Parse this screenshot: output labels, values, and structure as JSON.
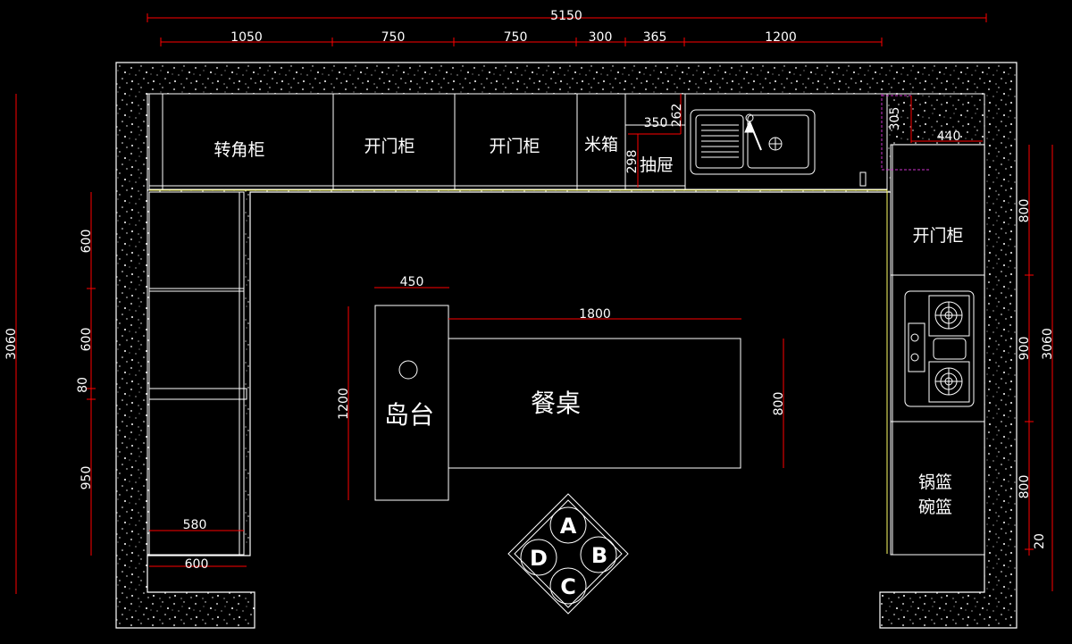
{
  "top_dims": {
    "total": "5150",
    "seg1": "1050",
    "seg2": "750",
    "seg3": "750",
    "seg4": "300",
    "seg5": "365",
    "seg6": "1200"
  },
  "left_dims": {
    "total": "3060",
    "d1": "600",
    "d2": "600",
    "d3": "80",
    "d4": "950",
    "bottom1": "580",
    "bottom2": "600"
  },
  "right_dims": {
    "total": "3060",
    "d1": "800",
    "d2": "900",
    "d3": "800",
    "d4": "20",
    "top": "440",
    "corner": "305"
  },
  "sink_dims": {
    "w": "350",
    "h1": "262",
    "h2": "298"
  },
  "island_dims": {
    "island_w": "450",
    "island_h": "1200",
    "table_w": "1800",
    "table_h": "800"
  },
  "labels": {
    "corner_cabinet": "转角柜",
    "door_cabinet_1": "开门柜",
    "door_cabinet_2": "开门柜",
    "rice_box": "米箱",
    "drawer": "抽屉",
    "door_cabinet_right": "开门柜",
    "pot_basket": "锅篮",
    "bowl_basket": "碗篮",
    "island": "岛台",
    "dining_table": "餐桌"
  },
  "compass": {
    "a": "A",
    "b": "B",
    "c": "C",
    "d": "D"
  },
  "colors": {
    "background": "#000000",
    "line": "#ffffff",
    "dimension": "#ff0000",
    "wall_fill": "#000000",
    "speckle": "#ffffff",
    "counter_edge": "#ffff66",
    "magenta": "#cc33cc"
  }
}
